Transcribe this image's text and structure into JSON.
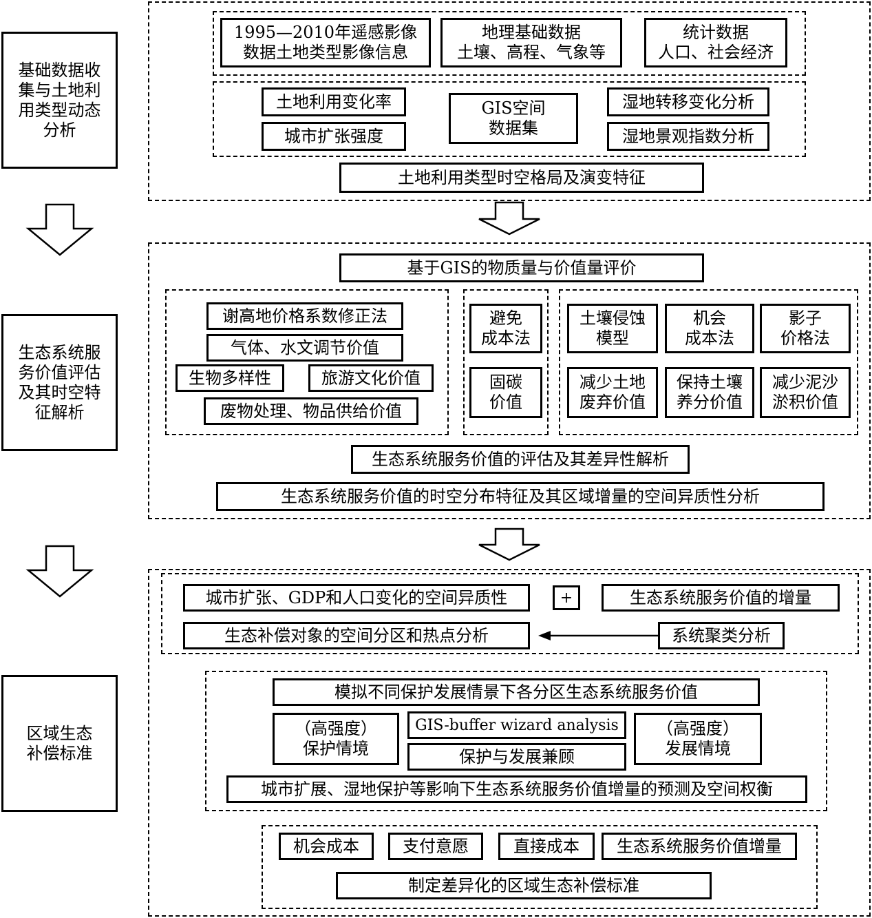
{
  "stages": {
    "stage1": "基础数据收\n集与土地利\n用类型动态\n分析",
    "stage2": "生态系统服\n务价值评估\n及其时空特\n征解析",
    "stage3": "区域生态\n补偿标准"
  },
  "section1": {
    "data_sources": [
      "1995—2010年遥感影像\n数据土地类型影像信息",
      "地理基础数据\n土壤、高程、气象等",
      "统计数据\n人口、社会经济"
    ],
    "land_use_change_rate": "土地利用变化率",
    "urban_expansion_intensity": "城市扩张强度",
    "gis_dataset": "GIS空间\n数据集",
    "wetland_transfer": "湿地转移变化分析",
    "wetland_landscape": "湿地景观指数分析",
    "result": "土地利用类型时空格局及演变特征"
  },
  "section2": {
    "header": "基于GIS的物质量与价值量评价",
    "left": {
      "xie_gaodi": "谢高地价格系数修正法",
      "gas_water": "气体、水文调节价值",
      "biodiversity": "生物多样性",
      "tourism": "旅游文化价值",
      "waste_supply": "废物处理、物品供给价值"
    },
    "middle": {
      "avoid_cost": "避免\n成本法",
      "carbon": "固碳\n价值"
    },
    "right": {
      "soil_erosion": "土壤侵蚀\n模型",
      "opportunity_cost": "机会\n成本法",
      "shadow_price": "影子\n价格法",
      "reduce_land_waste": "减少土地\n废弃价值",
      "keep_soil_nutrient": "保持土壤\n养分价值",
      "reduce_sediment": "减少泥沙\n淤积价值"
    },
    "eval": "生态系统服务价值的评估及其差异性解析",
    "spatiotemporal": "生态系统服务价值的时空分布特征及其区域增量的空间异质性分析"
  },
  "section3": {
    "heterogeneity": "城市扩张、GDP和人口变化的空间异质性",
    "plus": "+",
    "esv_increment": "生态系统服务价值的增量",
    "zoning": "生态补偿对象的空间分区和热点分析",
    "clustering": "系统聚类分析",
    "simulate": "模拟不同保护发展情景下各分区生态系统服务价值",
    "high_protect": "（高强度）\n保护情境",
    "gis_buffer": "GIS-buffer wizard analysis",
    "balance": "保护与发展兼顾",
    "high_develop": "（高强度）\n发展情境",
    "forecast": "城市扩展、湿地保护等影响下生态系统服务价值增量的预测及空间权衡",
    "opportunity_cost": "机会成本",
    "willingness_pay": "支付意愿",
    "direct_cost": "直接成本",
    "esv_increment2": "生态系统服务价值增量",
    "standard": "制定差异化的区域生态补偿标准"
  }
}
